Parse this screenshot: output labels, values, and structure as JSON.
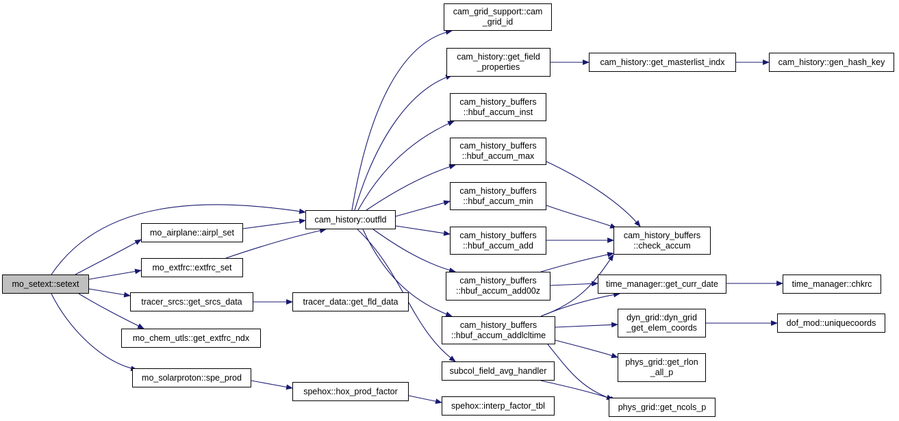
{
  "diagram": {
    "edge_color": "#191970",
    "root_fill": "#bfbfbf",
    "nodes": {
      "setext": "mo_setext::setext",
      "airpl_set": "mo_airplane::airpl_set",
      "extfrc_set": "mo_extfrc::extfrc_set",
      "get_srcs_data": "tracer_srcs::get_srcs_data",
      "get_extfrc_ndx": "mo_chem_utls::get_extfrc_ndx",
      "spe_prod": "mo_solarproton::spe_prod",
      "outfld": "cam_history::outfld",
      "get_fld_data": "tracer_data::get_fld_data",
      "hox_prod_factor": "spehox::hox_prod_factor",
      "interp_factor_tbl": "spehox::interp_factor_tbl",
      "cam_grid_id": "cam_grid_support::cam\n_grid_id",
      "get_field_properties": "cam_history::get_field\n_properties",
      "hbuf_accum_inst": "cam_history_buffers\n::hbuf_accum_inst",
      "hbuf_accum_max": "cam_history_buffers\n::hbuf_accum_max",
      "hbuf_accum_min": "cam_history_buffers\n::hbuf_accum_min",
      "hbuf_accum_add": "cam_history_buffers\n::hbuf_accum_add",
      "hbuf_accum_add00z": "cam_history_buffers\n::hbuf_accum_add00z",
      "hbuf_accum_addlcltime": "cam_history_buffers\n::hbuf_accum_addlcltime",
      "subcol_field_avg_handler": "subcol_field_avg_handler",
      "get_masterlist_indx": "cam_history::get_masterlist_indx",
      "gen_hash_key": "cam_history::gen_hash_key",
      "check_accum": "cam_history_buffers\n::check_accum",
      "get_curr_date": "time_manager::get_curr_date",
      "chkrc": "time_manager::chkrc",
      "get_elem_coords": "dyn_grid::dyn_grid\n_get_elem_coords",
      "uniquecoords": "dof_mod::uniquecoords",
      "get_rlon_all_p": "phys_grid::get_rlon\n_all_p",
      "get_ncols_p": "phys_grid::get_ncols_p"
    }
  }
}
